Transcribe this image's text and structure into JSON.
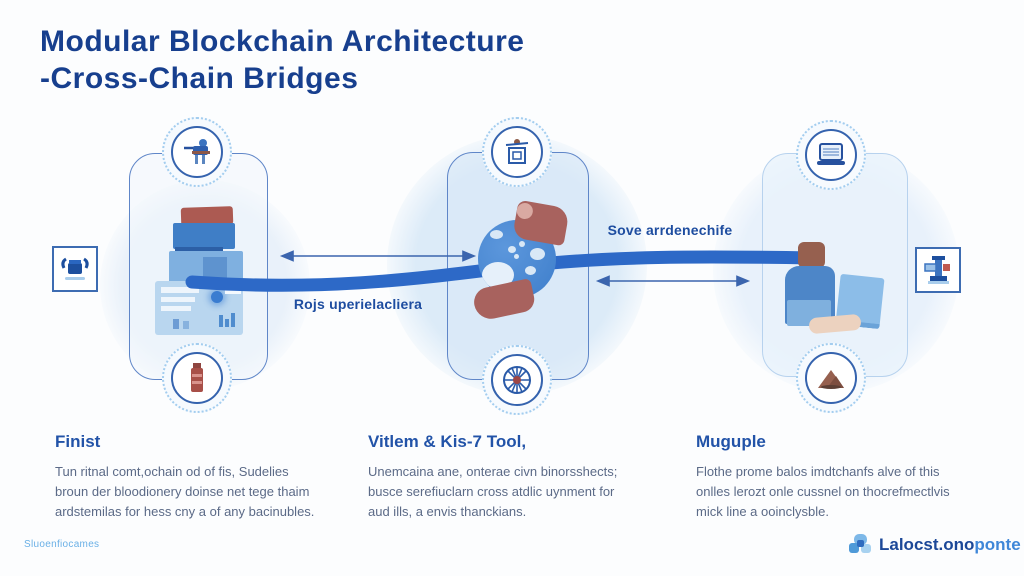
{
  "title": {
    "line1": "Modular Blockchain Architecture",
    "line2": "-Cross-Chain Bridges"
  },
  "diagram": {
    "bridge_label_right": "Sove arrdenechife",
    "bridge_label_left": "Rojs uperielacliera",
    "icons": {
      "left_top": "worker-at-machine-icon",
      "left_bottom": "red-bottle-icon",
      "center_top": "ballot-box-figure-icon",
      "center_bottom": "wheel-icon",
      "right_top": "laptop-icon",
      "right_bottom": "mountain-icon",
      "side_left": "basket-icon",
      "side_right": "pump-machine-icon"
    }
  },
  "sections": [
    {
      "heading": "Finist",
      "body": "Tun ritnal comt,ochain od of fis, Sudelies\nbroun der bloodionery doinse net tege thaim\nardstemilas for hess cny a of any bacinubles."
    },
    {
      "heading": "Vitlem & Kis-7 Tool,",
      "body": "Unemcaina ane, onterae civn binorsshects;\nbusce serefiuclarn cross atdlic uynment for\naud ills, a envis thanckians."
    },
    {
      "heading": "Muguple",
      "body": "Flothe prome balos imdtchanfs alve of this\nonlles lerozt onle cussnel on thocrefmectlvis\nmick line a ooinclysble."
    }
  ],
  "footer": {
    "watermark": "Sluoenfiocames",
    "logo_dark": "Lalocst.ono",
    "logo_light": "ponte"
  },
  "colors": {
    "title": "#173f8e",
    "heading": "#2253a8",
    "body": "#5b6a87",
    "bridge_band": "#2d69c7",
    "accent_light": "#6ab0e6"
  }
}
